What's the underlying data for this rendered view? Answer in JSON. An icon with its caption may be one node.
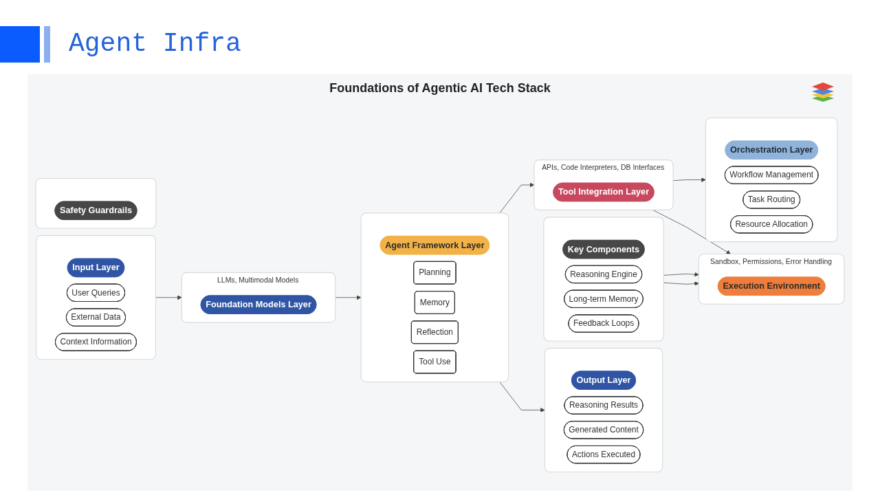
{
  "diagram": {
    "title": "Agent Infra",
    "nodes": [
      {
        "text": [],
        "shape": "box"
      },
      {
        "text": [
          "Input Layer"
        ],
        "in": 0
      },
      {
        "text": [
          "User Queries"
        ],
        "in": 0
      },
      {
        "text": [
          "External Data"
        ],
        "in": 0
      },
      {
        "text": [
          "Context Information"
        ],
        "in": 0
      },
      {
        "text": [
          "LLMs, Multimodal Models"
        ]
      },
      {
        "text": [
          "Foundation Models Layer"
        ],
        "in": 5
      },
      {
        "text": [],
        "shape": "box"
      },
      {
        "text": [
          "Output Layer"
        ],
        "in": 7
      },
      {
        "text": [
          "Reasoning Results"
        ],
        "in": 7
      },
      {
        "text": [
          "Generated Content"
        ],
        "in": 7
      },
      {
        "text": [
          "Actions Executed"
        ],
        "in": 7
      },
      {
        "text": [],
        "shape": "box"
      },
      {
        "text": [
          "Agent Framework Layer"
        ],
        "in": 12
      },
      {
        "text": [
          "Planning"
        ],
        "in": 12
      },
      {
        "text": [
          "Memory"
        ],
        "in": 12
      },
      {
        "text": [
          "Reflection"
        ],
        "in": 12
      },
      {
        "text": [
          "Tool Use"
        ],
        "in": 12
      },
      {
        "text": [
          "APIs, Code Interpreters, DB Interfaces"
        ]
      },
      {
        "text": [
          "Tool Integration Layer"
        ],
        "in": 18
      },
      {
        "text": [],
        "shape": "box"
      },
      {
        "text": [
          "Orchestration Layer"
        ],
        "in": 20
      },
      {
        "text": [
          "Workflow Management"
        ],
        "in": 20
      },
      {
        "text": [
          "Task Routing"
        ],
        "in": 20
      },
      {
        "text": [
          "Resource Allocation"
        ],
        "in": 20
      },
      {
        "text": [],
        "shape": "box"
      },
      {
        "text": [
          "Key Components"
        ],
        "in": 25
      },
      {
        "text": [
          "Reasoning Engine"
        ],
        "in": 25
      },
      {
        "text": [
          "Long-term Memory"
        ],
        "in": 25
      },
      {
        "text": [
          "Feedback Loops"
        ],
        "in": 25
      },
      {
        "text": [
          "Sandbox, Permissions, Error Handling"
        ]
      },
      {
        "text": [
          "Execution Environment"
        ],
        "in": 30
      },
      {
        "text": [],
        "shape": "box"
      },
      {
        "text": [
          "Safety Guardrails"
        ],
        "in": 32
      }
    ],
    "edges": [
      {
        "from": 0,
        "to": 5,
        "arrow": "to"
      },
      {
        "from": 5,
        "to": 12,
        "arrow": "to"
      },
      {
        "from": 12,
        "to": 7,
        "arrow": "to"
      },
      {
        "from": 12,
        "to": 18,
        "arrow": "to"
      },
      {
        "from": 18,
        "to": 20,
        "arrow": "to"
      },
      {
        "from": 18,
        "to": 30,
        "arrow": "to"
      },
      {
        "from": 25,
        "to": 30,
        "arrow": "to"
      },
      {
        "from": 25,
        "to": 30,
        "arrow": "to"
      }
    ],
    "labels": [
      "Foundations of Agentic AI Tech Stack"
    ]
  }
}
